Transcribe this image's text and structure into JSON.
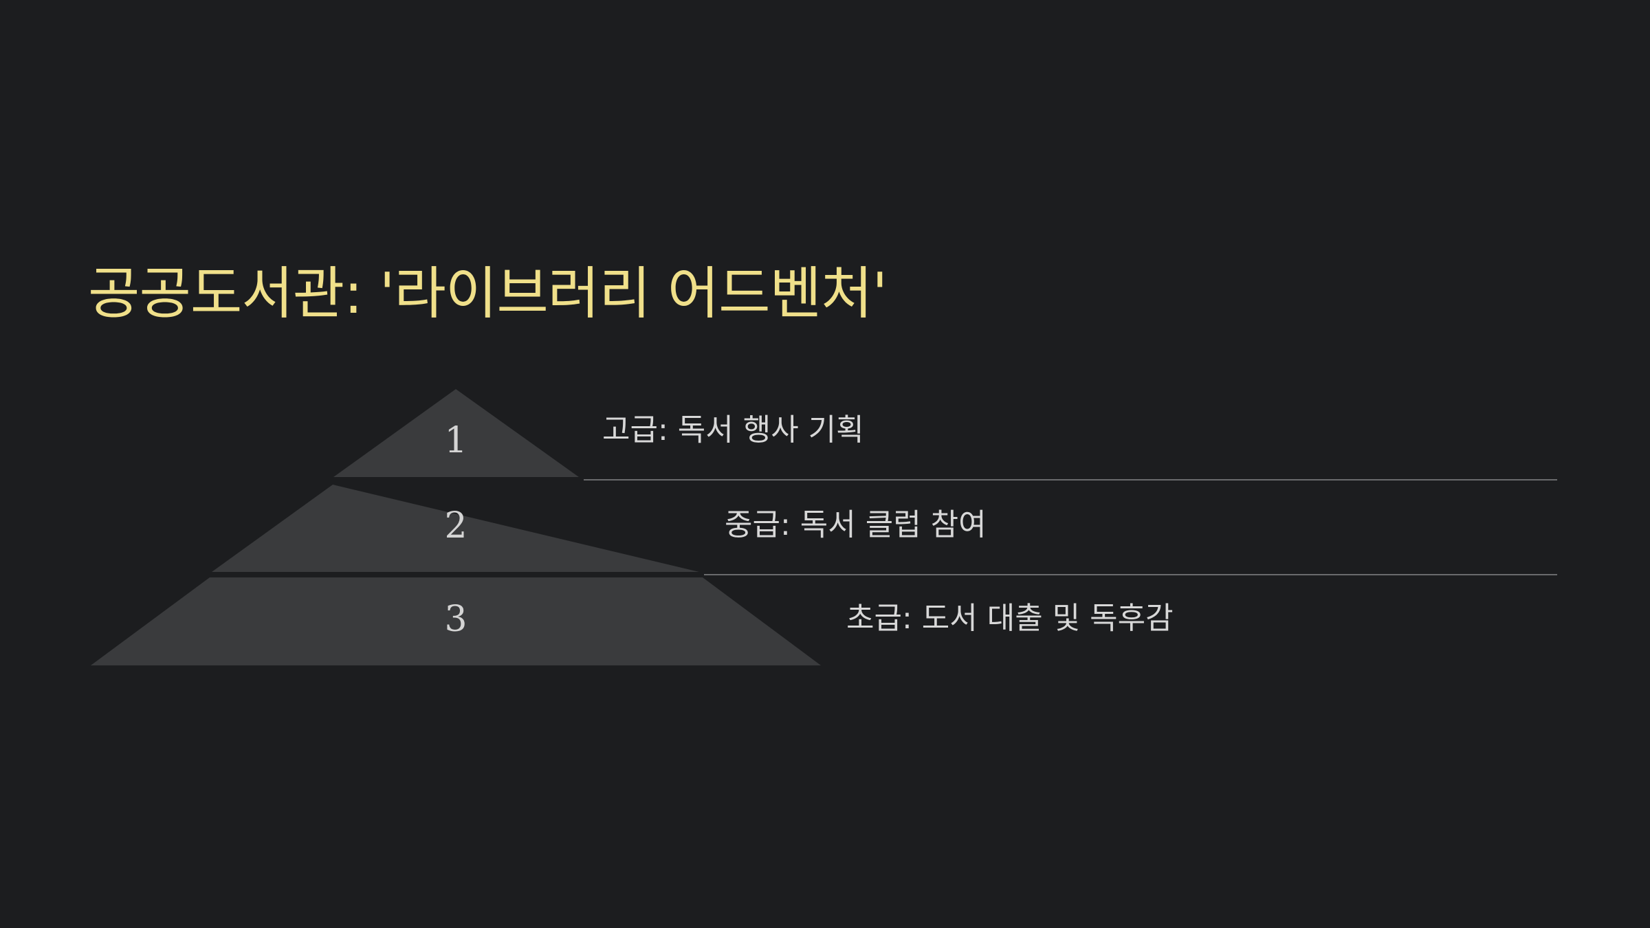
{
  "slide": {
    "title": "공공도서관: '라이브러리 어드벤처'",
    "title_color": "#f0e08a",
    "background_color": "#1c1d1f"
  },
  "pyramid": {
    "fill_color": "#3a3b3d",
    "levels": [
      {
        "number": "1",
        "label": "고급: 독서 행사 기획"
      },
      {
        "number": "2",
        "label": "중급: 독서 클럽 참여"
      },
      {
        "number": "3",
        "label": "초급: 도서 대출 및 독후감"
      }
    ]
  }
}
